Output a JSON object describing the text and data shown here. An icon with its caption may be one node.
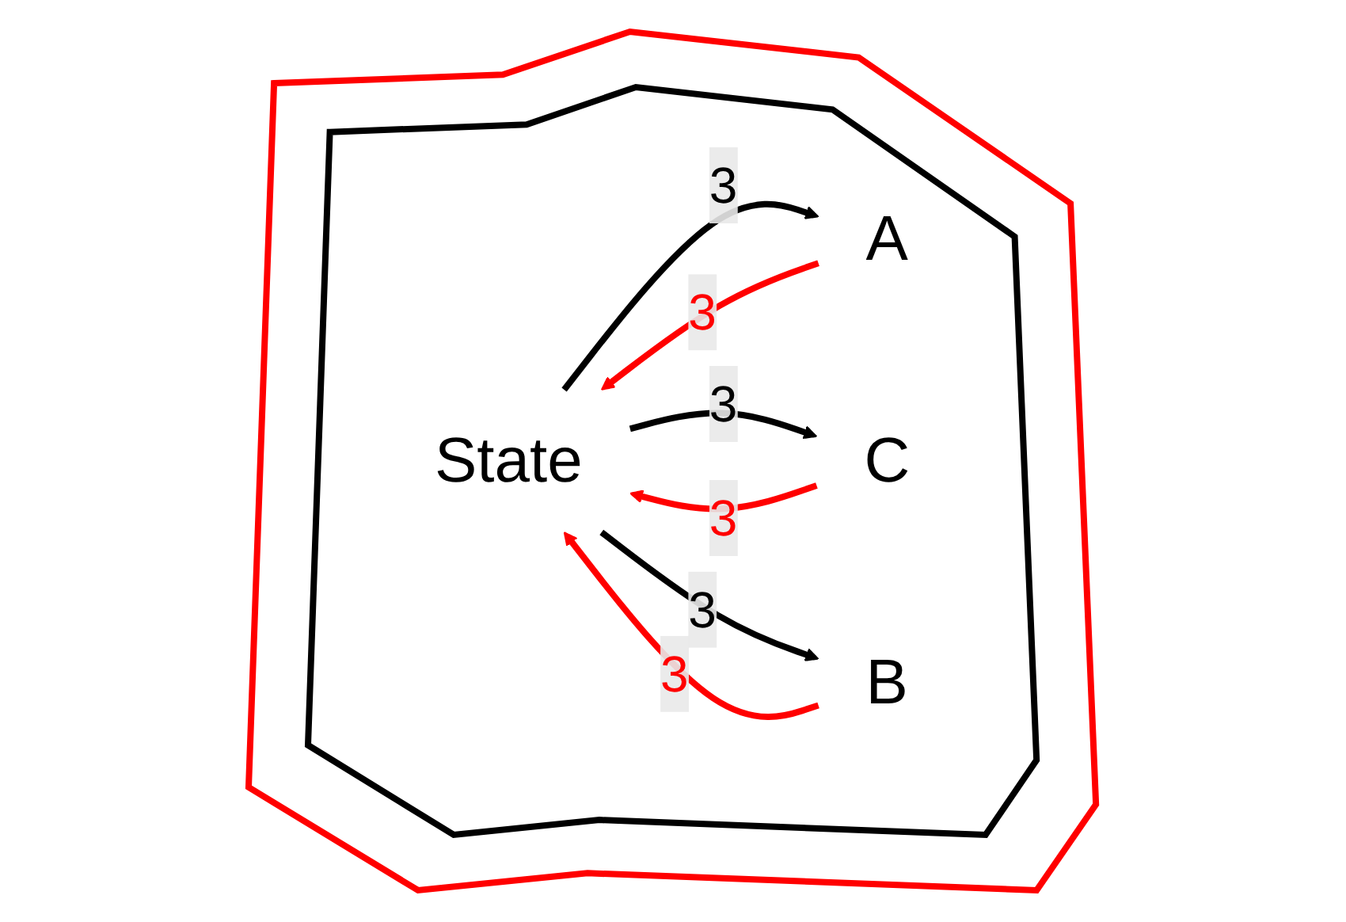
{
  "diagram": {
    "nodes": [
      {
        "text": [],
        "shape": "polygon"
      },
      {
        "text": [],
        "shape": "polygon",
        "in": 0
      },
      {
        "text": [
          "State"
        ],
        "in": 1
      },
      {
        "text": [
          "A"
        ],
        "in": 1
      },
      {
        "text": [
          "B"
        ],
        "in": 1
      },
      {
        "text": [
          "C"
        ],
        "in": 1
      }
    ],
    "edges": [
      {
        "from": 3,
        "to": 2,
        "arrow": "to",
        "label": "3",
        "color": "#ff0000"
      },
      {
        "from": 2,
        "to": 3,
        "arrow": "to",
        "label": "3",
        "color": "#000000"
      },
      {
        "from": 2,
        "to": 5,
        "arrow": "to",
        "label": "3",
        "color": "#000000"
      },
      {
        "from": 5,
        "to": 2,
        "arrow": "to",
        "label": "3",
        "color": "#ff0000"
      },
      {
        "from": 2,
        "to": 4,
        "arrow": "to",
        "label": "3",
        "color": "#000000"
      },
      {
        "from": 4,
        "to": 2,
        "arrow": "to",
        "label": "3",
        "color": "#ff0000"
      }
    ]
  }
}
